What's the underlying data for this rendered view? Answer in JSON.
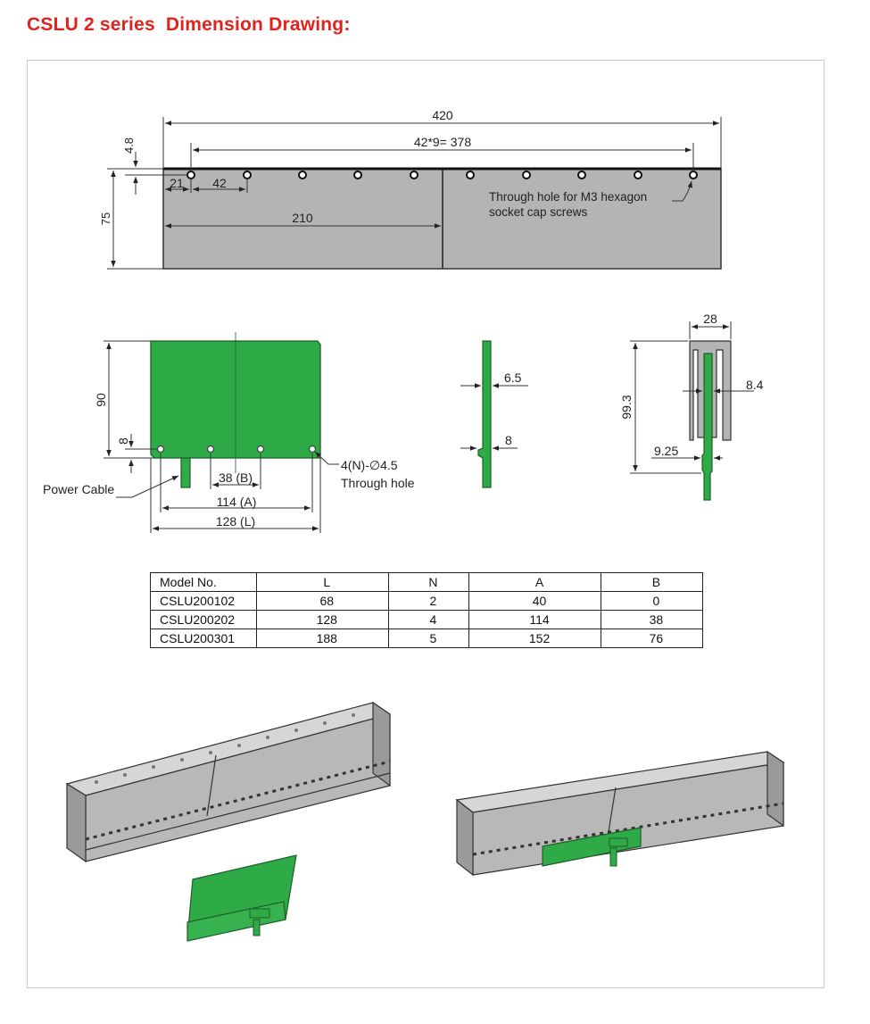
{
  "title": "CSLU 2 series  Dimension Drawing:",
  "top_view": {
    "overall_length": "420",
    "hole_span": "42*9= 378",
    "edge_offset": "4.8",
    "height": "75",
    "first_hole": "21",
    "pitch": "42",
    "half_length": "210",
    "note_line1": "Through hole for M3 hexagon",
    "note_line2": "socket cap screws"
  },
  "coil_front": {
    "height": "90",
    "hole_offset": "8",
    "b_dim": "38 (B)",
    "a_dim": "114 (A)",
    "l_dim": "128 (L)",
    "holes_label_1": "4(N)-∅4.5",
    "holes_label_2": "Through hole",
    "cable_label": "Power Cable"
  },
  "coil_side": {
    "thickness": "6.5",
    "step": "8"
  },
  "assembly_end": {
    "width": "28",
    "slot": "8.4",
    "height": "99.3",
    "offset": "9.25"
  },
  "table": {
    "headers": [
      "Model No.",
      "L",
      "N",
      "A",
      "B"
    ],
    "rows": [
      [
        "CSLU200102",
        "68",
        "2",
        "40",
        "0"
      ],
      [
        "CSLU200202",
        "128",
        "4",
        "114",
        "38"
      ],
      [
        "CSLU200301",
        "188",
        "5",
        "152",
        "76"
      ]
    ]
  },
  "colors": {
    "title": "#e0231c",
    "magnet_gray": "#b4b4b4",
    "coil_green": "#2eaa46"
  }
}
